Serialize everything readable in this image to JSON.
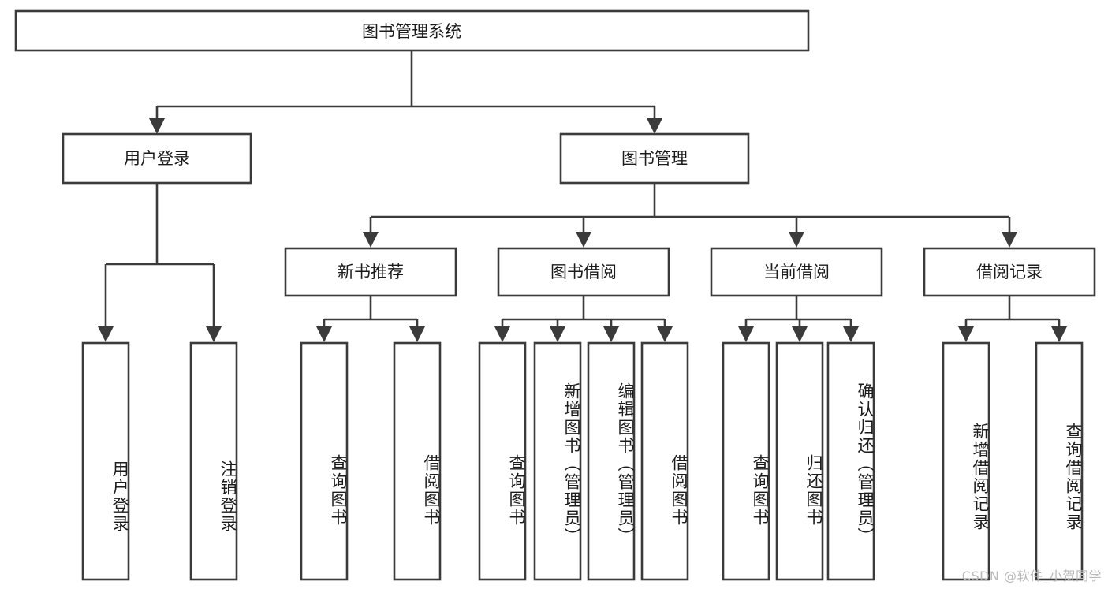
{
  "diagram": {
    "title": "图书管理系统",
    "type": "tree",
    "orientation": "top-down",
    "background_color": "#ffffff",
    "box_stroke_color": "#3b3b3b",
    "box_fill_color": "#ffffff",
    "text_color": "#1b1b1b",
    "watermark": "CSDN @软件_小贺同学",
    "watermark_color": "#b9b9b9"
  },
  "nodes": {
    "root": {
      "label": "图书管理系统",
      "level": 1,
      "orientation": "horizontal"
    },
    "l2": [
      {
        "id": "user-login",
        "label": "用户登录",
        "level": 2,
        "orientation": "horizontal"
      },
      {
        "id": "book-manage",
        "label": "图书管理",
        "level": 2,
        "orientation": "horizontal"
      }
    ],
    "l3": [
      {
        "id": "new-book-recommend",
        "label": "新书推荐",
        "level": 3,
        "orientation": "horizontal",
        "parent": "book-manage"
      },
      {
        "id": "book-borrow",
        "label": "图书借阅",
        "level": 3,
        "orientation": "horizontal",
        "parent": "book-manage"
      },
      {
        "id": "current-borrow",
        "label": "当前借阅",
        "level": 3,
        "orientation": "horizontal",
        "parent": "book-manage"
      },
      {
        "id": "borrow-record",
        "label": "借阅记录",
        "level": 3,
        "orientation": "horizontal",
        "parent": "book-manage"
      }
    ],
    "leaves": [
      {
        "id": "leaf-user-login",
        "label": "用户登录",
        "parent": "user-login",
        "orientation": "vertical"
      },
      {
        "id": "leaf-user-logout",
        "label": "注销登录",
        "parent": "user-login",
        "orientation": "vertical"
      },
      {
        "id": "leaf-query-book-1",
        "label": "查询图书",
        "parent": "new-book-recommend",
        "orientation": "vertical"
      },
      {
        "id": "leaf-borrow-book-1",
        "label": "借阅图书",
        "parent": "new-book-recommend",
        "orientation": "vertical"
      },
      {
        "id": "leaf-query-book-2",
        "label": "查询图书",
        "parent": "book-borrow",
        "orientation": "vertical"
      },
      {
        "id": "leaf-add-book",
        "label": "新增图书（管理员）",
        "parent": "book-borrow",
        "orientation": "vertical"
      },
      {
        "id": "leaf-edit-book",
        "label": "编辑图书（管理员）",
        "parent": "book-borrow",
        "orientation": "vertical"
      },
      {
        "id": "leaf-borrow-book-2",
        "label": "借阅图书",
        "parent": "book-borrow",
        "orientation": "vertical"
      },
      {
        "id": "leaf-query-book-3",
        "label": "查询图书",
        "parent": "current-borrow",
        "orientation": "vertical"
      },
      {
        "id": "leaf-return-book",
        "label": "归还图书",
        "parent": "current-borrow",
        "orientation": "vertical"
      },
      {
        "id": "leaf-confirm-return",
        "label": "确认归还（管理员）",
        "parent": "current-borrow",
        "orientation": "vertical"
      },
      {
        "id": "leaf-add-record",
        "label": "新增借阅记录",
        "parent": "borrow-record",
        "orientation": "vertical"
      },
      {
        "id": "leaf-query-record",
        "label": "查询借阅记录",
        "parent": "borrow-record",
        "orientation": "vertical"
      }
    ]
  }
}
